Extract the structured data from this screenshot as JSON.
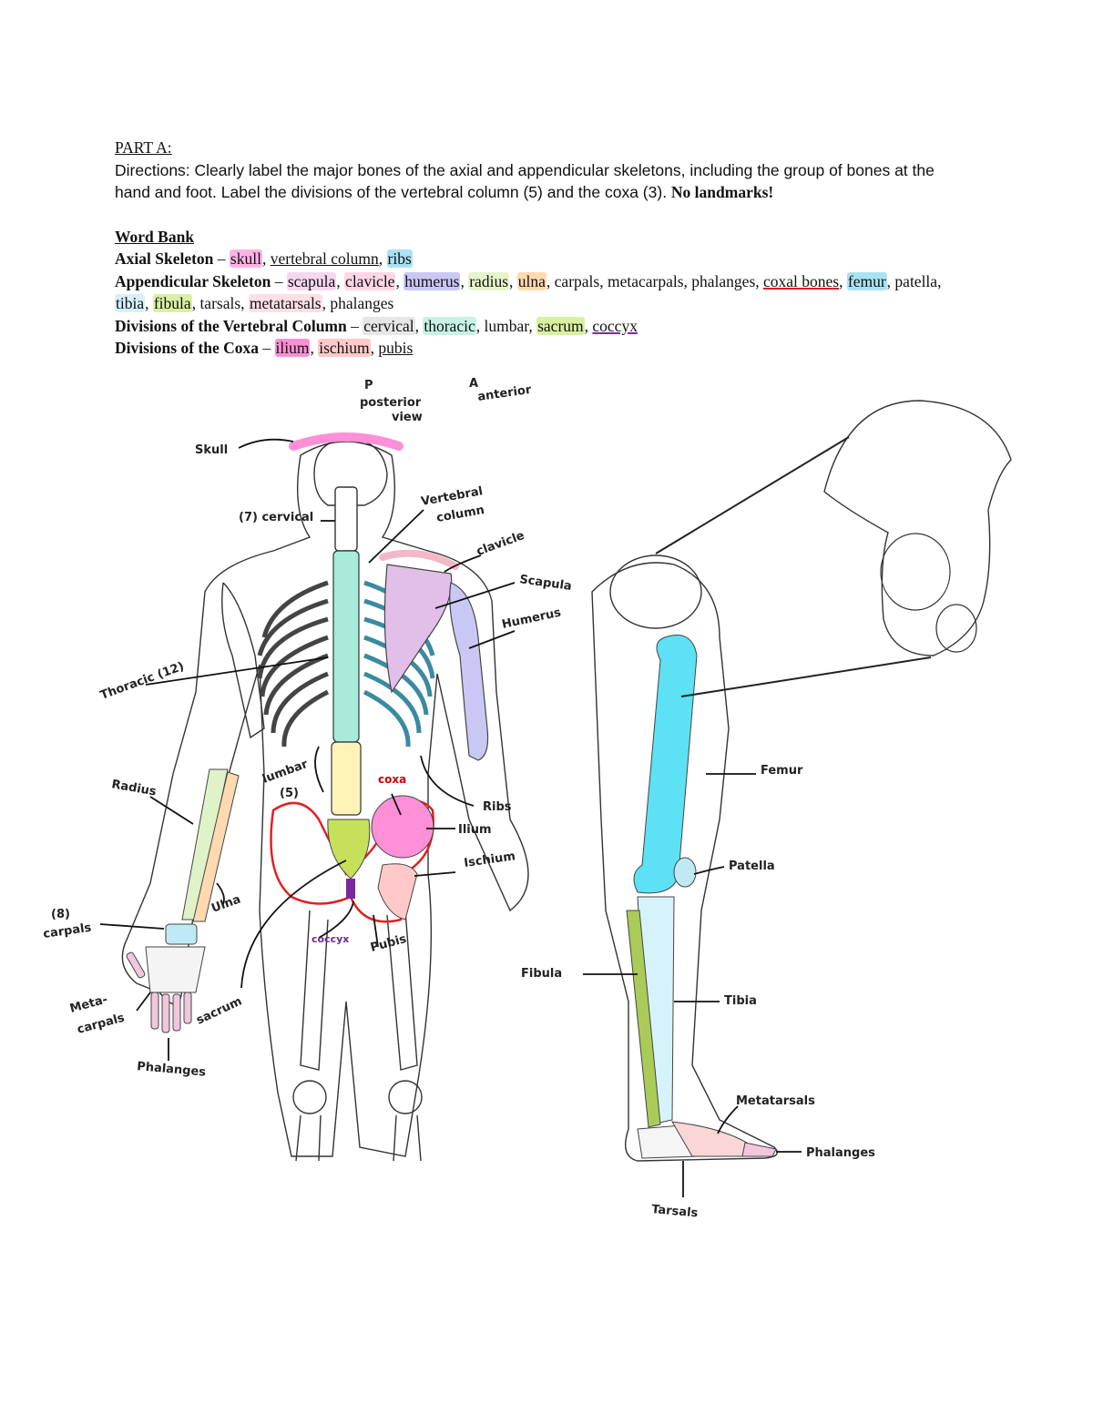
{
  "heading": "PART A:",
  "directions": {
    "text": "Directions: Clearly label the major bones of the axial and appendicular skeletons, including the group of bones at the hand and foot. Label the divisions of the vertebral column (5) and the coxa (3). ",
    "bold": "No landmarks!"
  },
  "word_bank": {
    "title": "Word Bank",
    "axial": {
      "label": "Axial Skeleton",
      "terms": [
        "skull",
        "vertebral column",
        "ribs"
      ]
    },
    "appendicular": {
      "label": "Appendicular Skeleton",
      "terms": [
        "scapula",
        "clavicle",
        "humerus",
        "radius",
        "ulna",
        "carpals",
        "metacarpals",
        "phalanges",
        "coxal bones",
        "femur",
        "patella",
        "tibia",
        "fibula",
        "tarsals",
        "metatarsals",
        "phalanges"
      ]
    },
    "vertebral": {
      "label": "Divisions of the Vertebral Column",
      "terms": [
        "cervical",
        "thoracic",
        "lumbar",
        "sacrum",
        "coccyx"
      ]
    },
    "coxa": {
      "label": "Divisions of the Coxa",
      "terms": [
        "ilium",
        "ischium",
        "pubis"
      ]
    },
    "separator": " – "
  },
  "highlight_colors": {
    "pink": "#ffb3e6",
    "blue": "#a9e3f2",
    "purple": "#c9c8f5",
    "orange": "#ffd9b0",
    "green": "#d9f0a3",
    "red": "#e02020",
    "violet": "#7a2a9a",
    "gray": "#d9d9d9"
  },
  "labels": {
    "p": "P",
    "posterior_view": "posterior\nview",
    "a": "A",
    "anterior": "anterior",
    "skull": "Skull",
    "cervical": "(7) cervical",
    "vertebral_column": "Vertebral\ncolumn",
    "clavicle": "clavicle",
    "scapula": "Scapula",
    "humerus": "Humerus",
    "thoracic": "Thoracic (12)",
    "radius": "Radius",
    "lumbar": "lumbar\n(5)",
    "coxa": "coxa",
    "ribs": "Ribs",
    "ilium": "Ilium",
    "ischium": "Ischium",
    "carpals": "(8)\ncarpals",
    "ulna": "Ulna",
    "coccyx": "coccyx",
    "pubis": "Pubis",
    "metacarpals": "Meta-\ncarpals",
    "sacrum": "sacrum",
    "phalanges_hand": "Phalanges",
    "femur": "Femur",
    "patella": "Patella",
    "fibula": "Fibula",
    "tibia": "Tibia",
    "metatarsals": "Metatarsals",
    "phalanges_foot": "Phalanges",
    "tarsals": "Tarsals"
  }
}
